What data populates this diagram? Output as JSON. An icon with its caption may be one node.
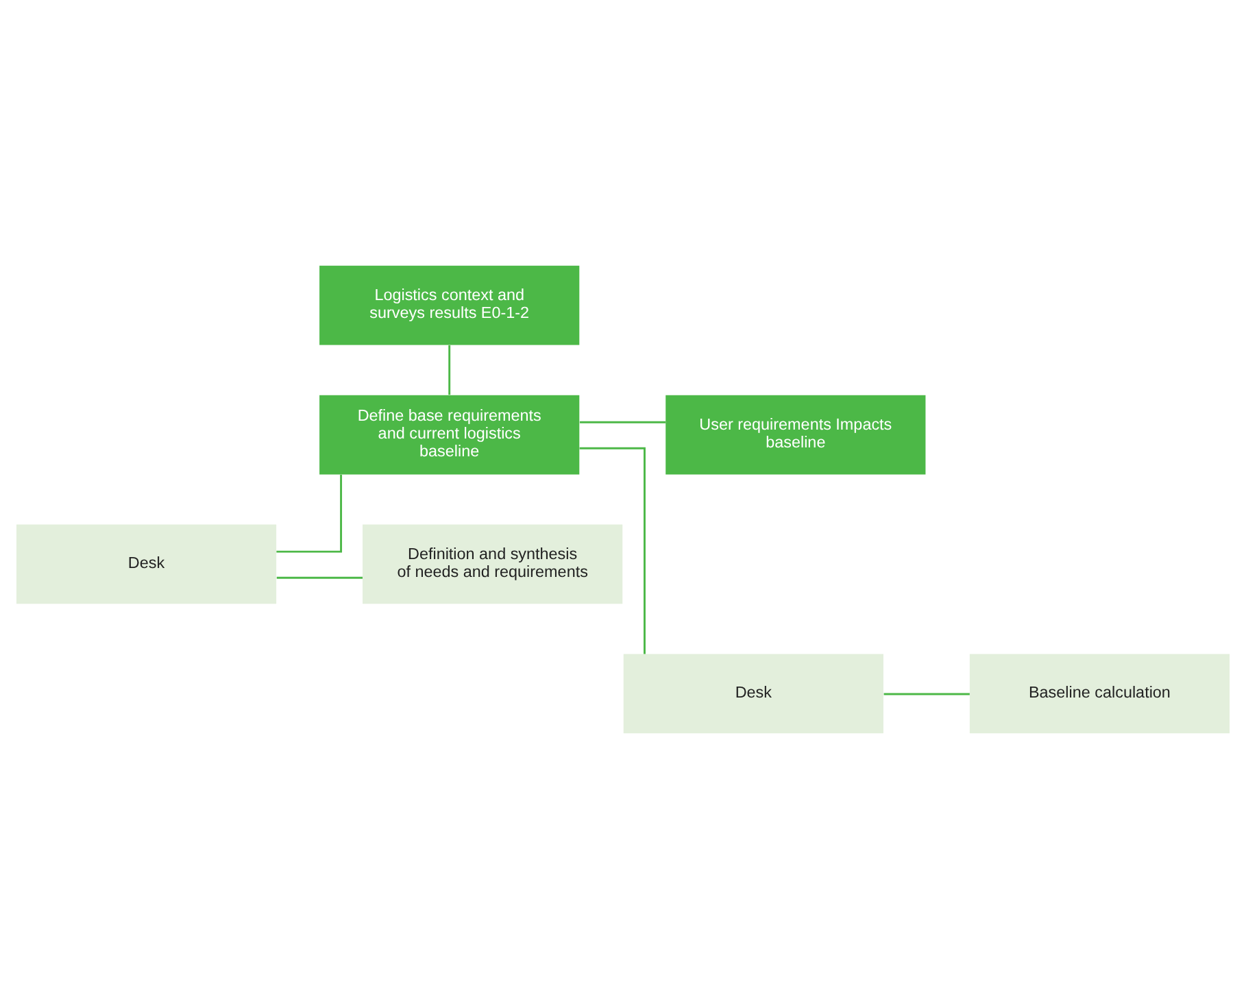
{
  "diagram": {
    "nodes": [
      {
        "text": [
          "Logistics context and surveys results E0-1-2"
        ]
      },
      {
        "text": [
          "Define base requirements and current logistics baseline"
        ]
      },
      {
        "text": [
          "User requirements Impacts baseline"
        ]
      },
      {
        "text": [
          "Desk"
        ]
      },
      {
        "text": [
          "Definition and synthesis of needs and requirements"
        ]
      },
      {
        "text": [
          "Desk"
        ]
      },
      {
        "text": [
          "Baseline calculation"
        ]
      }
    ],
    "edges": [
      {
        "from": 0,
        "to": 1,
        "arrow": "none"
      },
      {
        "from": 1,
        "to": 2,
        "arrow": "none"
      },
      {
        "from": 1,
        "to": 3,
        "arrow": "none"
      },
      {
        "from": 1,
        "to": 5,
        "arrow": "none"
      },
      {
        "from": 3,
        "to": 4,
        "arrow": "none"
      },
      {
        "from": 5,
        "to": 6,
        "arrow": "none"
      }
    ]
  }
}
